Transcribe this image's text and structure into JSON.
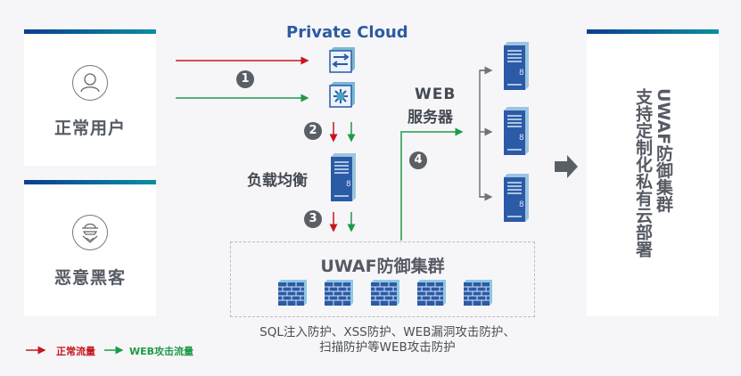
{
  "title": "Private Cloud",
  "actors": {
    "normal_user": {
      "label": "正常用户",
      "icon": "user-icon"
    },
    "hacker": {
      "label": "恶意黑客",
      "icon": "hacker-icon"
    }
  },
  "steps": [
    "1",
    "2",
    "3",
    "4"
  ],
  "devices": {
    "router_icon": "router-icon",
    "switch_icon": "switch-icon"
  },
  "load_balancer": {
    "label": "负载均衡"
  },
  "web_servers": {
    "label_line1": "WEB",
    "label_line2": "服务器",
    "count": 3
  },
  "uwaf_cluster": {
    "label": "UWAF防御集群",
    "firewall_count": 5
  },
  "protection_note": {
    "line1": "SQL注入防护、XSS防护、WEB漏洞攻击防护、",
    "line2": "扫描防护等WEB攻击防护"
  },
  "deployment": {
    "line1": "UWAF防御集群",
    "line2": "支持定制化私有云部署"
  },
  "legend": {
    "normal_traffic": {
      "label": "正常流量",
      "color": "#c8161d"
    },
    "attack_traffic": {
      "label": "WEB攻击流量",
      "color": "#1f9a48"
    }
  },
  "colors": {
    "accent_start": "#0a3f8f",
    "accent_end": "#0b8ea3",
    "device_blue": "#2b5aa6",
    "text_gray": "#555a63"
  }
}
